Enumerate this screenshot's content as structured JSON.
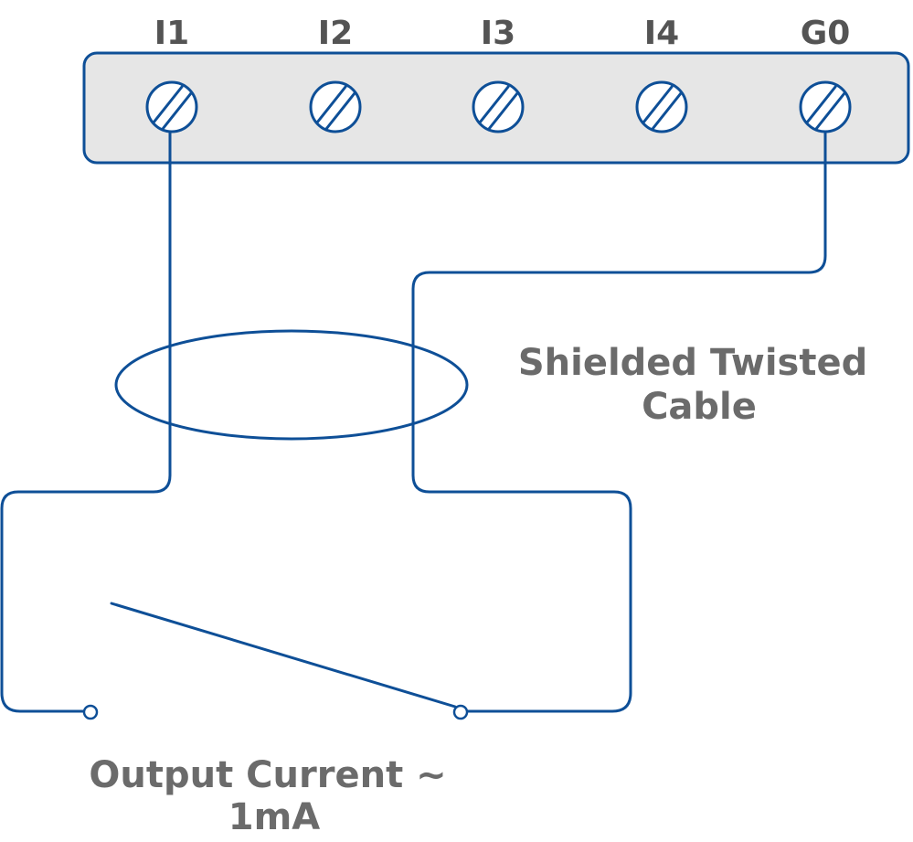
{
  "terminals": [
    {
      "label": "I1"
    },
    {
      "label": "I2"
    },
    {
      "label": "I3"
    },
    {
      "label": "I4"
    },
    {
      "label": "G0"
    }
  ],
  "cable_label": {
    "line1": "Shielded Twisted",
    "line2": "Cable"
  },
  "output_label": {
    "line1": "Output Current ~",
    "line2": "1mA"
  },
  "colors": {
    "wire": "#0e4f97",
    "terminal_strip_fill": "#e6e6e6",
    "label_text": "#545454",
    "caption_text": "#6b6b6b"
  }
}
